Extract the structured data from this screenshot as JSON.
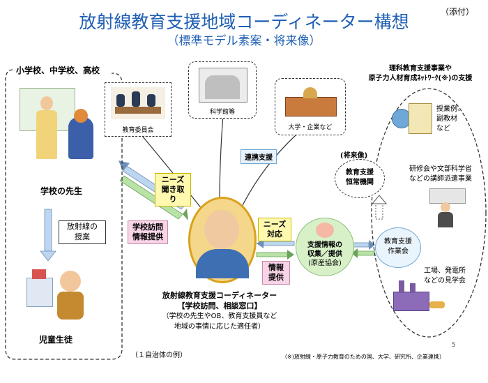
{
  "title": "放射線教育支援地域コーディネーター構想",
  "subtitle": "（標準モデル素案・将来像）",
  "attachment_label": "（添付）",
  "schools": {
    "label": "小学校、中学校、高校",
    "teacher": "学校の先生",
    "lesson_line1": "放射線の",
    "lesson_line2": "授業",
    "students": "児童生徒"
  },
  "partners": {
    "education_board": "教育委員会",
    "science_museum": "科学館等",
    "university": "大学・企業など",
    "cooperation": "連携支援"
  },
  "needs_hearing": [
    "ニーズ",
    "聞き取り"
  ],
  "school_visit": [
    "学校訪問",
    "情報提供"
  ],
  "needs_response": [
    "ニーズ",
    "対応"
  ],
  "info_provide": [
    "情報",
    "提供"
  ],
  "coordinator": {
    "title": "放射線教育支援コーディネーター",
    "role": "【学校訪問、相談窓口】",
    "desc1": "（学校の先生やOB、教育支援員など",
    "desc2": "地域の事情に応じた適任者）"
  },
  "info_center": [
    "支援情報の",
    "収集／提供",
    "(原産協会)"
  ],
  "future": {
    "label": "(将来像)",
    "permanent": [
      "教育支援",
      "恒常機関"
    ]
  },
  "support_program": [
    "理科教育支援事業や",
    "原子力人材育成ﾈｯﾄﾜｰｸ(※)の支援"
  ],
  "right_items": {
    "materials": [
      "授業例、",
      "副教材",
      "など"
    ],
    "training": [
      "研修会や文部科学省",
      "などの講師派遣事業"
    ],
    "group": [
      "教育支援",
      "作業会"
    ],
    "tours": [
      "工場、発電所",
      "などの見学会"
    ]
  },
  "footnote_left": "（１自治体の例）",
  "footnote_right": "（※)放射線・原子力教育のための国、大学、研究所、企業連携）",
  "page_number": "5",
  "colors": {
    "title": "#1f5fb4",
    "needs_box": "#fff9b0",
    "visit_box": "#f7d4e6",
    "arrow_green": "#b9e3a6",
    "arrow_blue": "#bcd6ef",
    "center_fill": "#d8f0c8"
  }
}
